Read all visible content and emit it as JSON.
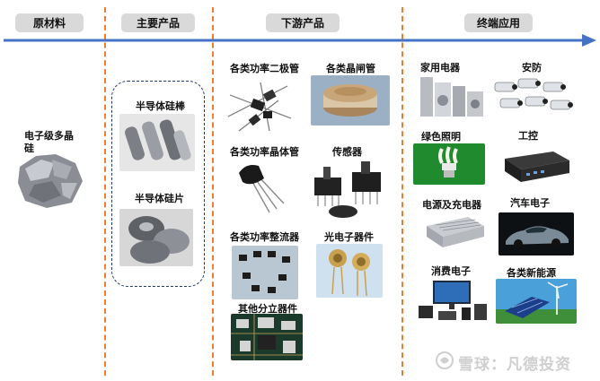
{
  "stages": {
    "raw": "原材料",
    "main": "主要产品",
    "down": "下游产品",
    "end": "终端应用"
  },
  "raw_material": {
    "name_line1": "电子级多晶",
    "name_line2": "硅"
  },
  "main_products": {
    "rod": "半导体硅棒",
    "wafer": "半导体硅片"
  },
  "downstream": {
    "diode": "各类功率二极管",
    "thyristor": "各类晶闸管",
    "transistor": "各类功率晶体管",
    "sensor": "传感器",
    "rectifier": "各类功率整流器",
    "opto": "光电子器件",
    "discrete": "其他分立器件"
  },
  "end_use": {
    "appliance": "家用电器",
    "security": "安防",
    "lighting": "绿色照明",
    "industrial": "工控",
    "power": "电源及充电器",
    "auto": "汽车电子",
    "consumer": "消费电子",
    "new_energy": "各类新能源"
  },
  "watermark": "雪球：凡德投资",
  "colors": {
    "arrow": "#4472c4",
    "divider": "#ed7d31",
    "pill": "#d9d9d9",
    "box_border": "#1f3864"
  }
}
